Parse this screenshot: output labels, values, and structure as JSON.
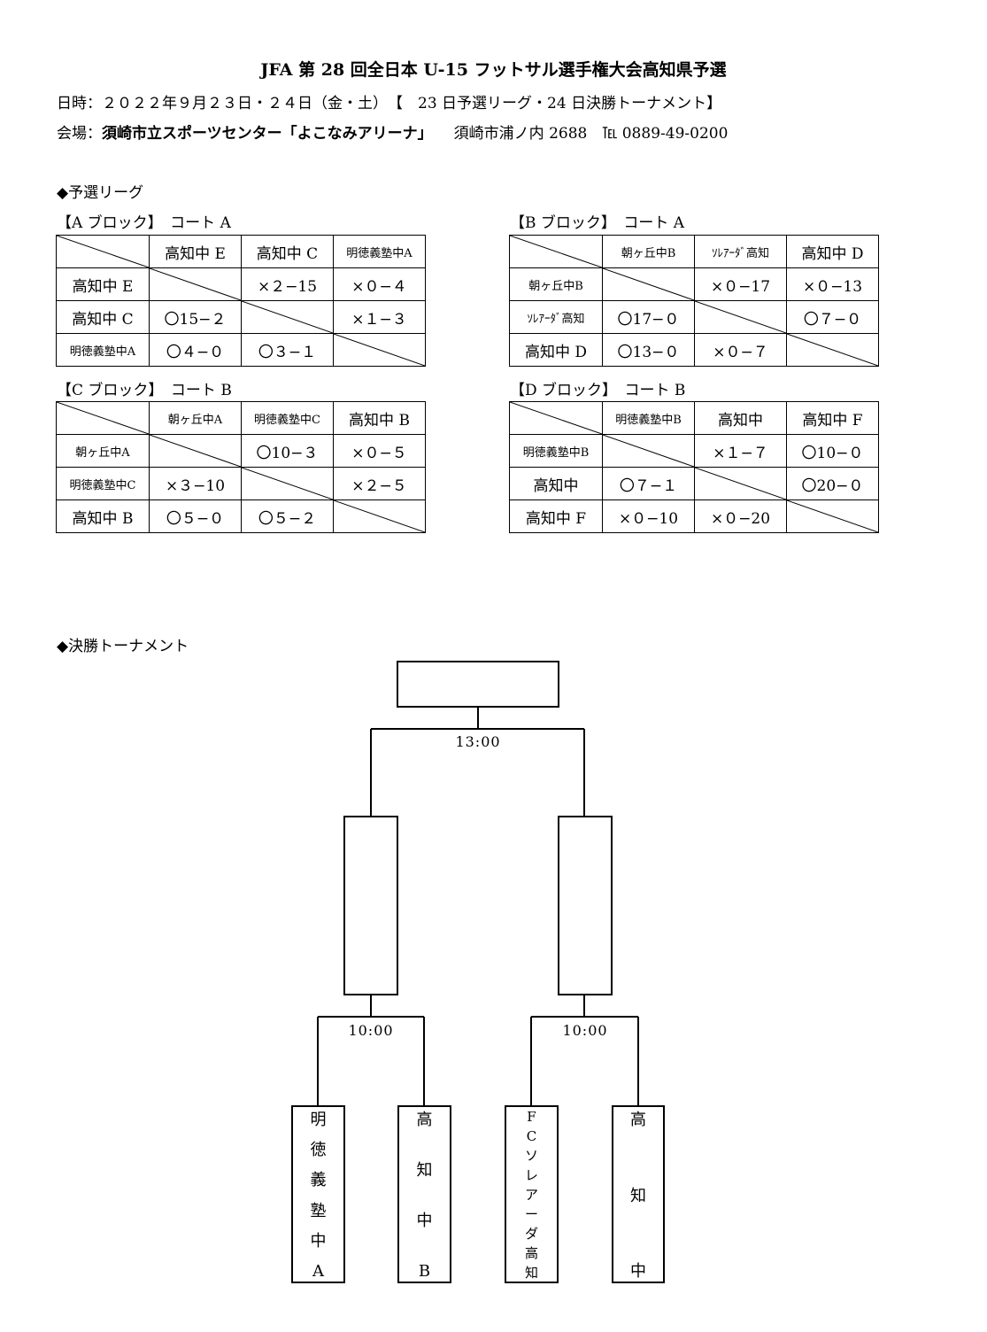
{
  "title": "JFA 第 28 回全日本 U-15 フットサル選手権大会高知県予選",
  "date_line": "日時：２０２２年９月２３日・２４日（金・土）　【　23 日予選リーグ・24 日決勝トーナメント】",
  "venue_label": "会場：",
  "venue_name": "須崎市立スポーツセンター「よこなみアリーナ」",
  "venue_address": "須崎市浦ノ内 2688　℡ 0889-49-0200",
  "league_heading": "◆予選リーグ",
  "blocks": {
    "a": {
      "header": "【A ブロック】　コート A",
      "cols": [
        "高知中 E",
        "高知中 C",
        "明徳義塾中A"
      ],
      "rows": [
        {
          "team": "高知中 E",
          "cells": [
            "",
            "×２−15",
            "×０−４"
          ]
        },
        {
          "team": "高知中 C",
          "cells": [
            "〇15−２",
            "",
            "×１−３"
          ]
        },
        {
          "team": "明徳義塾中A",
          "cells": [
            "〇４−０",
            "〇３−１",
            ""
          ]
        }
      ]
    },
    "b": {
      "header": "【B ブロック】　コート A",
      "cols": [
        "朝ヶ丘中B",
        "ｿﾚｱｰﾀﾞ高知",
        "高知中 D"
      ],
      "rows": [
        {
          "team": "朝ヶ丘中B",
          "cells": [
            "",
            "×０−17",
            "×０−13"
          ]
        },
        {
          "team": "ｿﾚｱｰﾀﾞ高知",
          "cells": [
            "〇17−０",
            "",
            "〇７−０"
          ]
        },
        {
          "team": "高知中 D",
          "cells": [
            "〇13−０",
            "×０−７",
            ""
          ]
        }
      ]
    },
    "c": {
      "header": "【C ブロック】　コート B",
      "cols": [
        "朝ヶ丘中A",
        "明徳義塾中C",
        "高知中 B"
      ],
      "rows": [
        {
          "team": "朝ヶ丘中A",
          "cells": [
            "",
            "〇10−３",
            "×０−５"
          ]
        },
        {
          "team": "明徳義塾中C",
          "cells": [
            "×３−10",
            "",
            "×２−５"
          ]
        },
        {
          "team": "高知中 B",
          "cells": [
            "〇５−０",
            "〇５−２",
            ""
          ]
        }
      ]
    },
    "d": {
      "header": "【D ブロック】　コート B",
      "cols": [
        "明徳義塾中B",
        "高知中",
        "高知中 F"
      ],
      "rows": [
        {
          "team": "明徳義塾中B",
          "cells": [
            "",
            "×１−７",
            "〇10−０"
          ]
        },
        {
          "team": "高知中",
          "cells": [
            "〇７−１",
            "",
            "〇20−０"
          ]
        },
        {
          "team": "高知中 F",
          "cells": [
            "×０−10",
            "×０−20",
            ""
          ]
        }
      ]
    }
  },
  "tournament_heading": "◆決勝トーナメント",
  "times": {
    "final": "13:00",
    "semi_left": "10:00",
    "semi_right": "10:00"
  },
  "entrants": {
    "e1": [
      "明",
      "徳",
      "義",
      "塾",
      "中",
      "A"
    ],
    "e2": [
      "高",
      "知",
      "中",
      "B"
    ],
    "e3": [
      "F",
      "C",
      "ソ",
      "レ",
      "ア",
      "ー",
      "ダ",
      "高",
      "知"
    ],
    "e4": [
      "高",
      "知",
      "中"
    ]
  }
}
